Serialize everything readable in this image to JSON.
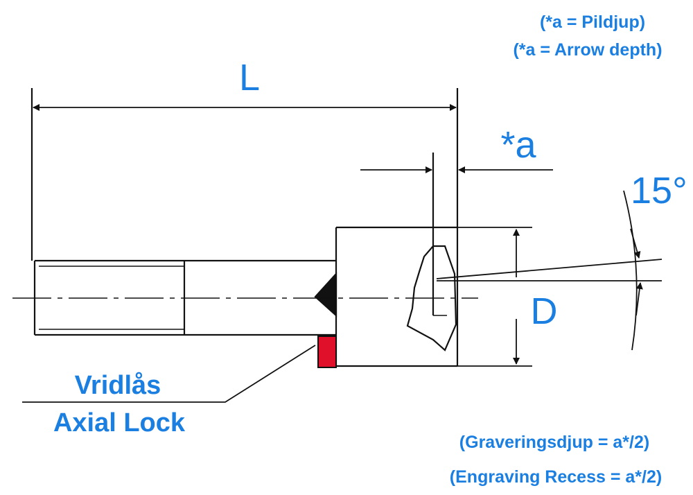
{
  "notes": {
    "arrow_depth_sv": "(*a = Pildjup)",
    "arrow_depth_en": "(*a = Arrow depth)",
    "engraving_sv": "(Graveringsdjup = a*/2)",
    "engraving_en": "(Engraving Recess = a*/2)"
  },
  "dimensions": {
    "length": "L",
    "arrow_depth": "*a",
    "diameter": "D",
    "angle": "15°"
  },
  "callout": {
    "label_sv": "Vridlås",
    "label_en": "Axial Lock"
  },
  "colors": {
    "text": "#1a7fe0",
    "lines": "#111111",
    "lock": "#e0102a"
  }
}
